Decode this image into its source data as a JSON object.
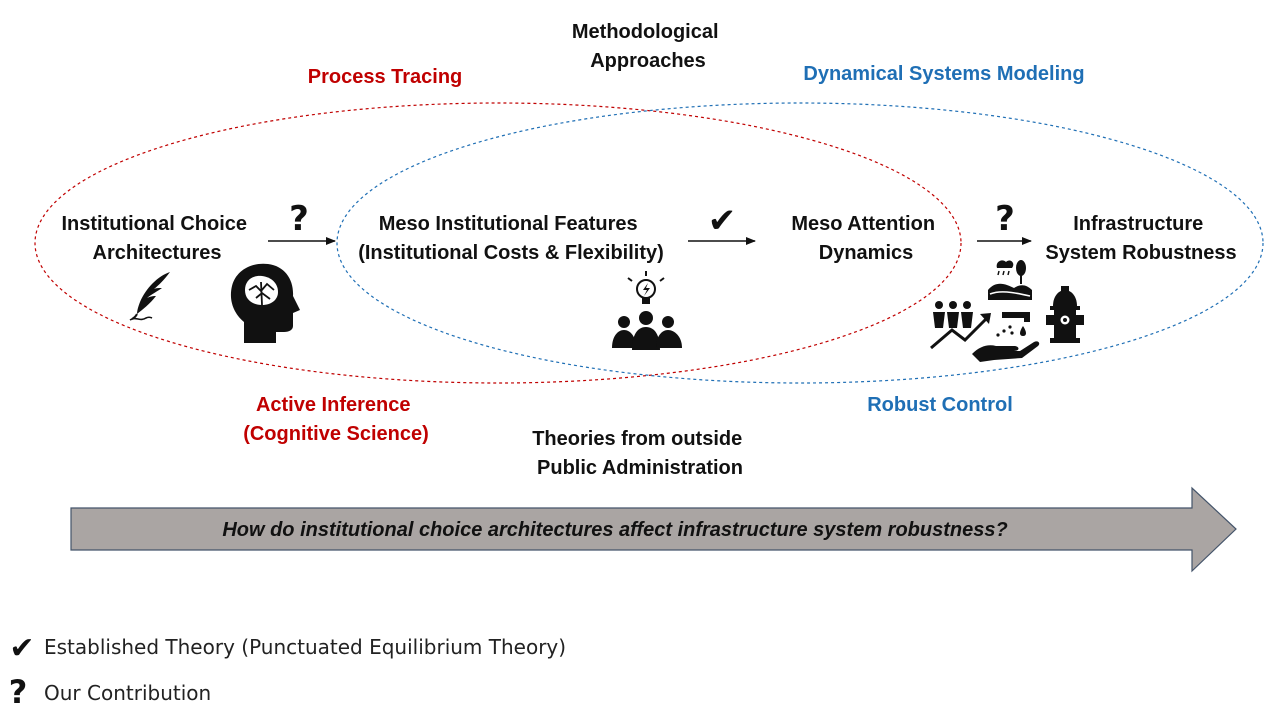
{
  "method_header": [
    "Methodological",
    "Approaches"
  ],
  "methods": {
    "process_tracing": "Process Tracing",
    "dynamical_systems": "Dynamical Systems Modeling",
    "active_inference": [
      "Active Inference",
      "(Cognitive Science)"
    ],
    "robust_control": "Robust Control"
  },
  "theories_footer": [
    "Theories from outside",
    "Public Administration"
  ],
  "nodes": {
    "choice": [
      "Institutional Choice",
      "Architectures"
    ],
    "meso_features": [
      "Meso Institutional Features",
      "(Institutional Costs & Flexibility)"
    ],
    "attention": [
      "Meso Attention",
      "Dynamics"
    ],
    "robustness": [
      "Infrastructure",
      "System Robustness"
    ]
  },
  "link_marks": {
    "choice_to_features": "?",
    "features_to_attention": "✔",
    "attention_to_robustness": "?"
  },
  "banner_question": "How do institutional choice architectures affect infrastructure system robustness?",
  "legend": [
    {
      "symbol": "✔",
      "text": "Established Theory (Punctuated Equilibrium Theory)"
    },
    {
      "symbol": "?",
      "text": "Our Contribution"
    }
  ],
  "icons": [
    "quill-icon",
    "brain-head-icon",
    "idea-team-icon",
    "people-growth-icon",
    "rain-landscape-icon",
    "water-hand-icon",
    "fire-hydrant-icon"
  ],
  "colors": {
    "red": "#c00000",
    "blue": "#1f6fb5",
    "banner_fill": "#aaa5a3"
  }
}
